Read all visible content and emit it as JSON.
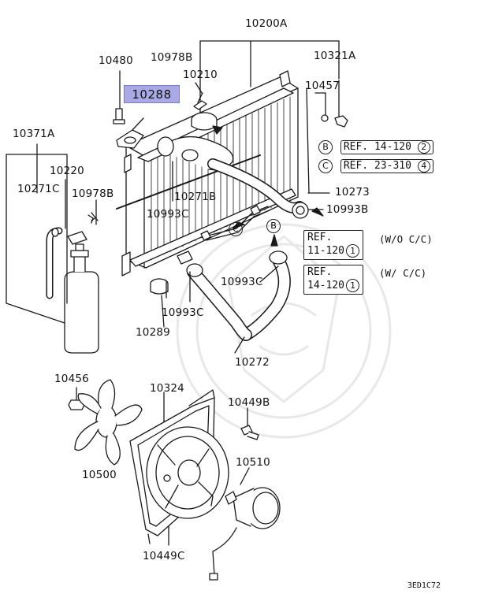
{
  "diagram_code": "3ED1C72",
  "highlighted_part": "10288",
  "callouts": {
    "p10200A": "10200A",
    "p10480": "10480",
    "p10978B_top": "10978B",
    "p10210": "10210",
    "p10321A": "10321A",
    "p10457": "10457",
    "p10371A": "10371A",
    "p10220": "10220",
    "p10271C": "10271C",
    "p10978B_mid": "10978B",
    "p10271B": "10271B",
    "p10273": "10273",
    "p10993C_left": "10993C",
    "p10993B": "10993B",
    "p10993C_right": "10993C",
    "p10993C_bottom": "10993C",
    "p10289": "10289",
    "p10272": "10272",
    "p10456": "10456",
    "p10324": "10324",
    "p10449B": "10449B",
    "p10510": "10510",
    "p10500": "10500",
    "p10449C": "10449C"
  },
  "references": {
    "ref_b": {
      "marker": "B",
      "text": "REF. 14-120",
      "page": "2"
    },
    "ref_c": {
      "marker": "C",
      "text": "REF. 23-310",
      "page": "4"
    },
    "arrow_c": "C",
    "arrow_b": "B",
    "box1": {
      "line1": "REF.",
      "line2": "11-120",
      "page": "1",
      "note": "(W/O C/C)"
    },
    "box2": {
      "line1": "REF.",
      "line2": "14-120",
      "page": "1",
      "note": "(W/ C/C)"
    }
  }
}
